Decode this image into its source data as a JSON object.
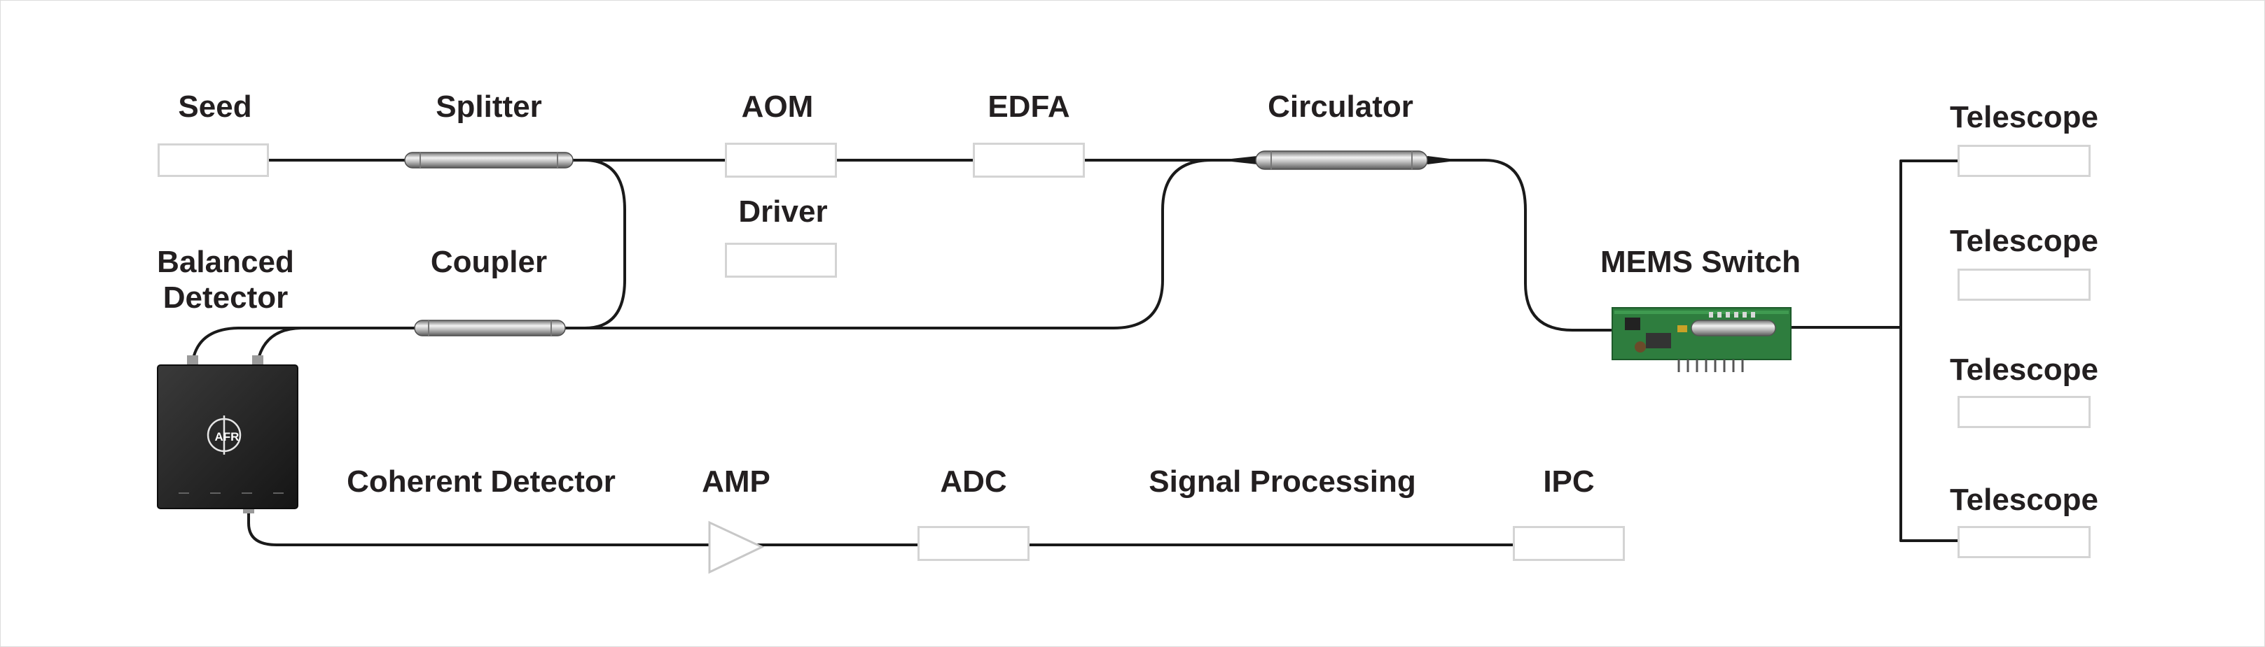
{
  "diagram": {
    "labels": {
      "seed": "Seed",
      "splitter": "Splitter",
      "aom": "AOM",
      "edfa": "EDFA",
      "circulator": "Circulator",
      "driver": "Driver",
      "balanced_detector": "Balanced\nDetector",
      "coupler": "Coupler",
      "mems_switch": "MEMS Switch",
      "coherent_detector": "Coherent Detector",
      "amp": "AMP",
      "adc": "ADC",
      "signal_processing": "Signal Processing",
      "ipc": "IPC",
      "telescope_1": "Telescope",
      "telescope_2": "Telescope",
      "telescope_3": "Telescope",
      "telescope_4": "Telescope"
    },
    "detector_logo": "AFR",
    "colors": {
      "fiber": "#1a1a1a",
      "placeholder_border": "#d4d4d4",
      "detector_body": "#262626",
      "pcb": "#2e7d3e",
      "amp_outline": "#c8c8c8",
      "text": "#231f20"
    }
  }
}
